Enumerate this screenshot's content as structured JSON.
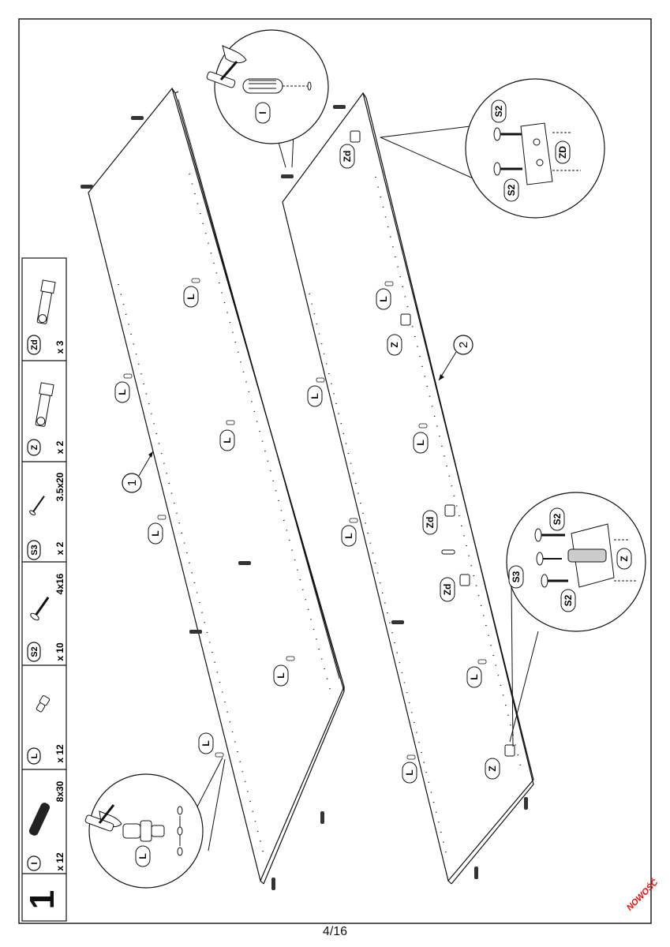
{
  "step": "1",
  "page_number": "4/16",
  "brand_mark": "NOWOŚĆ",
  "parts": [
    {
      "code": "I",
      "qty": "x 12",
      "size": "8x30"
    },
    {
      "code": "L",
      "qty": "x 12",
      "size": ""
    },
    {
      "code": "S2",
      "qty": "x 10",
      "size": "4x16"
    },
    {
      "code": "S3",
      "qty": "x 2",
      "size": "3.5x20"
    },
    {
      "code": "Z",
      "qty": "x 2",
      "size": ""
    },
    {
      "code": "Zd",
      "qty": "x 3",
      "size": ""
    }
  ],
  "panel_numbers": [
    "1",
    "2"
  ],
  "labels": {
    "L": "L",
    "I": "I",
    "Z": "Z",
    "Zd": "Zd",
    "ZD": "ZD",
    "S2": "S2",
    "S3": "S3"
  }
}
